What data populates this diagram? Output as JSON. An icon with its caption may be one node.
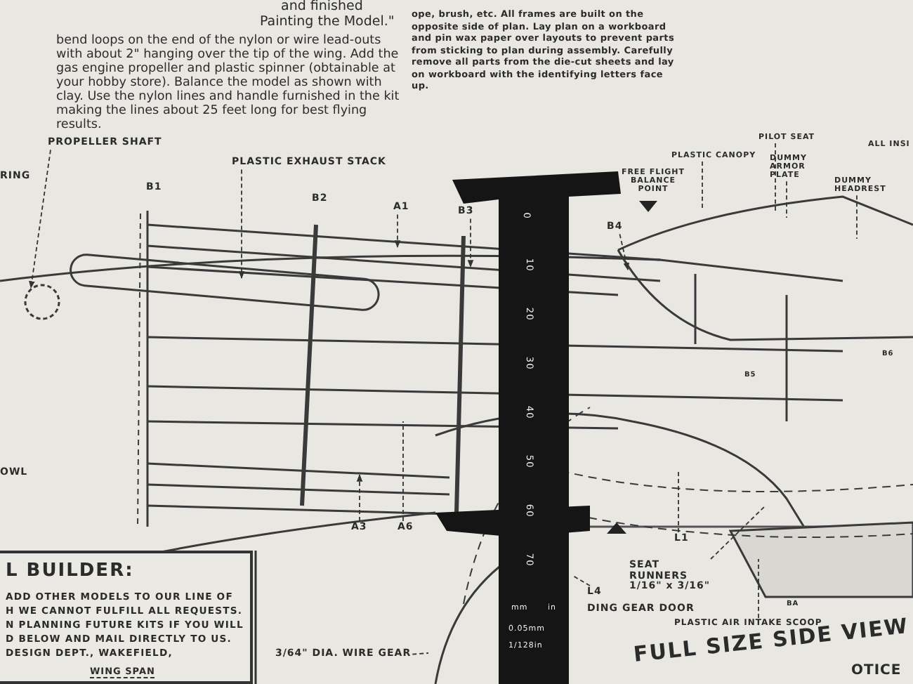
{
  "diagram": {
    "title": "FULL SIZE SIDE VIEW",
    "nodes": [
      {
        "text": [
          "PROPELLER SHAFT"
        ]
      },
      {
        "text": [
          "PLASTIC EXHAUST STACK"
        ]
      },
      {
        "text": [
          "A1"
        ]
      },
      {
        "text": [
          "B3"
        ]
      },
      {
        "text": [
          "B4"
        ]
      },
      {
        "text": [
          "A3"
        ]
      },
      {
        "text": [
          "A6"
        ]
      },
      {
        "text": [
          "PLASTIC CANOPY"
        ]
      },
      {
        "text": [
          "PILOT SEAT"
        ]
      },
      {
        "text": [
          "DUMMY ARMOR PLATE"
        ]
      },
      {
        "text": [
          "DUMMY HEADREST"
        ]
      },
      {
        "text": [
          "L1"
        ]
      },
      {
        "text": [
          "SEAT RUNNERS 1/16\" x 3/16\""
        ]
      },
      {
        "text": [
          "L4"
        ]
      },
      {
        "text": [
          "PLASTIC AIR INTAKE SCOOP"
        ]
      },
      {
        "text": [
          "3/64\" DIA. WIRE GEAR"
        ]
      },
      {
        "text": [
          "L BUILDER:",
          "ADD OTHER MODELS TO OUR LINE OF H WE CANNOT FULFILL ALL REQUESTS. N PLANNING FUTURE KITS IF YOU WILL D BELOW AND MAIL DIRECTLY TO US. DESIGN DEPT., WAKEFIELD,",
          "WING SPAN"
        ]
      }
    ],
    "edges": [
      {
        "from": 0,
        "to": null,
        "arrow": "to",
        "style": "dashed"
      },
      {
        "from": 1,
        "to": null,
        "arrow": "to",
        "style": "dashed"
      },
      {
        "from": 2,
        "to": null,
        "arrow": "to",
        "style": "dashed"
      },
      {
        "from": 3,
        "to": null,
        "arrow": "to",
        "style": "dashed"
      },
      {
        "from": 4,
        "to": null,
        "arrow": "to",
        "style": "dashed"
      },
      {
        "from": 5,
        "to": null,
        "arrow": "to",
        "style": "dashed"
      },
      {
        "from": 6,
        "to": null,
        "arrow": "none",
        "style": "dashed"
      },
      {
        "from": 7,
        "to": null,
        "arrow": "none",
        "style": "dashed"
      },
      {
        "from": 8,
        "to": null,
        "arrow": "none",
        "style": "dashed"
      },
      {
        "from": 9,
        "to": null,
        "arrow": "none",
        "style": "dashed"
      },
      {
        "from": 10,
        "to": null,
        "arrow": "none",
        "style": "dashed"
      },
      {
        "from": 11,
        "to": null,
        "arrow": "none",
        "style": "dashed"
      },
      {
        "from": 12,
        "to": null,
        "arrow": "none",
        "style": "dashed"
      },
      {
        "from": 13,
        "to": null,
        "arrow": "none",
        "style": "dashed"
      },
      {
        "from": 14,
        "to": null,
        "arrow": "none",
        "style": "dashed"
      },
      {
        "from": 15,
        "to": null,
        "arrow": "none",
        "style": "dashed"
      }
    ],
    "labels": [
      "and finished",
      "Painting the Model.\"",
      "bend loops on the end of the nylon or wire lead-outs with about 2\" hanging over the tip of the wing. Add the gas engine propeller and plastic spinner (obtainable at your hobby store). Balance the model as shown with clay. Use the nylon lines and handle furnished in the kit making the lines about 25 feet long for best flying results.",
      "ope, brush, etc. All frames are built on the opposite side of plan. Lay plan on a workboard and pin wax paper over layouts to prevent parts from sticking to plan during assembly. Carefully remove all parts from the die-cut sheets and lay on workboard with the identifying letters face up.",
      "RING",
      "B1",
      "B2",
      "FREE FLIGHT BALANCE POINT",
      "ALL INSI",
      "B5",
      "B6",
      "OWL",
      "DING GEAR DOOR",
      "BA",
      "OTICE",
      "0",
      "10",
      "20",
      "30",
      "40",
      "50",
      "60",
      "70",
      "mm",
      "in",
      "0.05mm",
      "1/128in"
    ]
  }
}
